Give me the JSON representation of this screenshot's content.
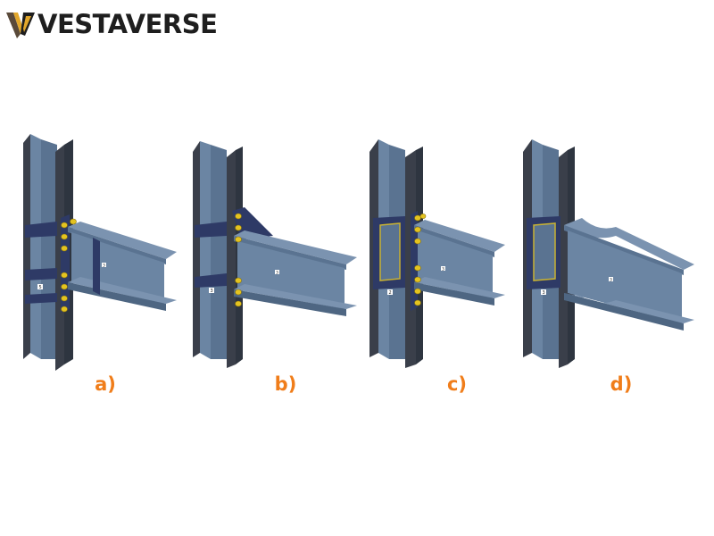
{
  "brand": {
    "name": "VESTAVERSE",
    "colors": {
      "text": "#1e1e1e",
      "gold": "#e2a72b",
      "dark": "#5a4a3a",
      "accent": "#f07d1a"
    }
  },
  "colors": {
    "steel_light": "#6b85a3",
    "steel_mid": "#5a7391",
    "steel_dark": "#3a3f4a",
    "plate": "#2e3a66",
    "bolt": "#e4c320"
  },
  "figures": [
    {
      "label": "a)",
      "tag": "5",
      "beam_tag": "3"
    },
    {
      "label": "b)",
      "tag": "3",
      "beam_tag": "3"
    },
    {
      "label": "c)",
      "tag": "2",
      "beam_tag": "3"
    },
    {
      "label": "d)",
      "tag": "3",
      "beam_tag": "3"
    }
  ]
}
